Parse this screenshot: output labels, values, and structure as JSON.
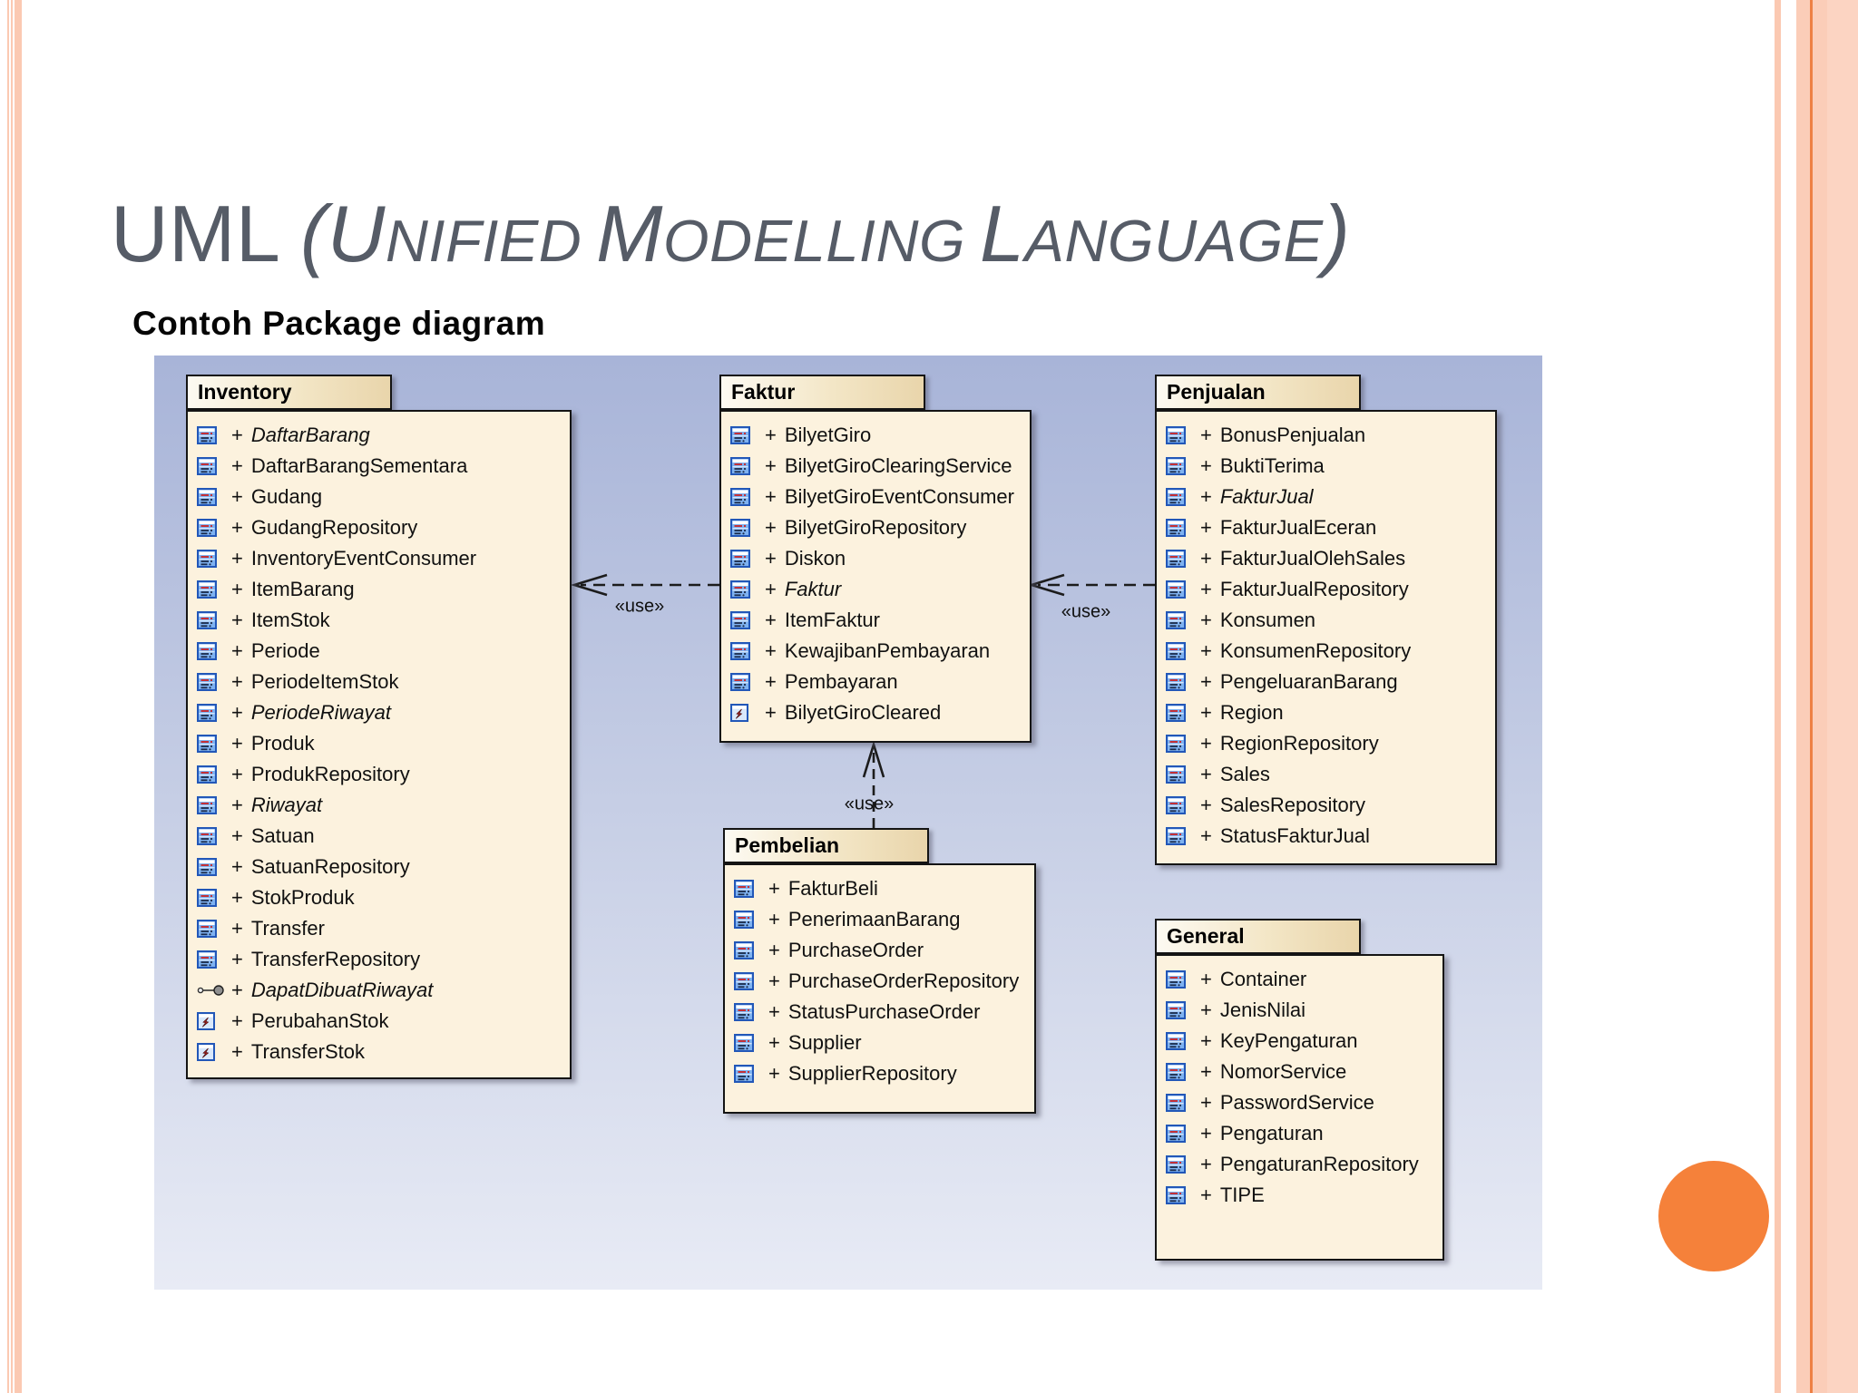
{
  "slide": {
    "title": {
      "lead": "UML ",
      "open": "(",
      "segments": [
        {
          "initial": "U",
          "rest": "NIFIED"
        },
        {
          "initial": "M",
          "rest": "ODELLING"
        },
        {
          "initial": "L",
          "rest": "ANGUAGE"
        }
      ],
      "close": ")"
    },
    "subtitle": "Contoh Package diagram"
  },
  "diagram": {
    "item_prefix": "+",
    "packages": [
      {
        "id": "inventory",
        "name": "Inventory",
        "items": [
          {
            "label": "DaftarBarang",
            "italic": true,
            "icon": "class"
          },
          {
            "label": "DaftarBarangSementara",
            "italic": false,
            "icon": "class"
          },
          {
            "label": "Gudang",
            "italic": false,
            "icon": "class"
          },
          {
            "label": "GudangRepository",
            "italic": false,
            "icon": "class"
          },
          {
            "label": "InventoryEventConsumer",
            "italic": false,
            "icon": "class"
          },
          {
            "label": "ItemBarang",
            "italic": false,
            "icon": "class"
          },
          {
            "label": "ItemStok",
            "italic": false,
            "icon": "class"
          },
          {
            "label": "Periode",
            "italic": false,
            "icon": "class"
          },
          {
            "label": "PeriodeItemStok",
            "italic": false,
            "icon": "class"
          },
          {
            "label": "PeriodeRiwayat",
            "italic": true,
            "icon": "class"
          },
          {
            "label": "Produk",
            "italic": false,
            "icon": "class"
          },
          {
            "label": "ProdukRepository",
            "italic": false,
            "icon": "class"
          },
          {
            "label": "Riwayat",
            "italic": true,
            "icon": "class"
          },
          {
            "label": "Satuan",
            "italic": false,
            "icon": "class"
          },
          {
            "label": "SatuanRepository",
            "italic": false,
            "icon": "class"
          },
          {
            "label": "StokProduk",
            "italic": false,
            "icon": "class"
          },
          {
            "label": "Transfer",
            "italic": false,
            "icon": "class"
          },
          {
            "label": "TransferRepository",
            "italic": false,
            "icon": "class"
          },
          {
            "label": "DapatDibuatRiwayat",
            "italic": true,
            "icon": "interface"
          },
          {
            "label": "PerubahanStok",
            "italic": false,
            "icon": "signal"
          },
          {
            "label": "TransferStok",
            "italic": false,
            "icon": "signal"
          }
        ]
      },
      {
        "id": "faktur",
        "name": "Faktur",
        "items": [
          {
            "label": "BilyetGiro",
            "italic": false,
            "icon": "class"
          },
          {
            "label": "BilyetGiroClearingService",
            "italic": false,
            "icon": "class"
          },
          {
            "label": "BilyetGiroEventConsumer",
            "italic": false,
            "icon": "class"
          },
          {
            "label": "BilyetGiroRepository",
            "italic": false,
            "icon": "class"
          },
          {
            "label": "Diskon",
            "italic": false,
            "icon": "class"
          },
          {
            "label": "Faktur",
            "italic": true,
            "icon": "class"
          },
          {
            "label": "ItemFaktur",
            "italic": false,
            "icon": "class"
          },
          {
            "label": "KewajibanPembayaran",
            "italic": false,
            "icon": "class"
          },
          {
            "label": "Pembayaran",
            "italic": false,
            "icon": "class"
          },
          {
            "label": "BilyetGiroCleared",
            "italic": false,
            "icon": "signal"
          }
        ]
      },
      {
        "id": "penjualan",
        "name": "Penjualan",
        "items": [
          {
            "label": "BonusPenjualan",
            "italic": false,
            "icon": "class"
          },
          {
            "label": "BuktiTerima",
            "italic": false,
            "icon": "class"
          },
          {
            "label": "FakturJual",
            "italic": true,
            "icon": "class"
          },
          {
            "label": "FakturJualEceran",
            "italic": false,
            "icon": "class"
          },
          {
            "label": "FakturJualOlehSales",
            "italic": false,
            "icon": "class"
          },
          {
            "label": "FakturJualRepository",
            "italic": false,
            "icon": "class"
          },
          {
            "label": "Konsumen",
            "italic": false,
            "icon": "class"
          },
          {
            "label": "KonsumenRepository",
            "italic": false,
            "icon": "class"
          },
          {
            "label": "PengeluaranBarang",
            "italic": false,
            "icon": "class"
          },
          {
            "label": "Region",
            "italic": false,
            "icon": "class"
          },
          {
            "label": "RegionRepository",
            "italic": false,
            "icon": "class"
          },
          {
            "label": "Sales",
            "italic": false,
            "icon": "class"
          },
          {
            "label": "SalesRepository",
            "italic": false,
            "icon": "class"
          },
          {
            "label": "StatusFakturJual",
            "italic": false,
            "icon": "class"
          }
        ]
      },
      {
        "id": "pembelian",
        "name": "Pembelian",
        "items": [
          {
            "label": "FakturBeli",
            "italic": false,
            "icon": "class"
          },
          {
            "label": "PenerimaanBarang",
            "italic": false,
            "icon": "class"
          },
          {
            "label": "PurchaseOrder",
            "italic": false,
            "icon": "class"
          },
          {
            "label": "PurchaseOrderRepository",
            "italic": false,
            "icon": "class"
          },
          {
            "label": "StatusPurchaseOrder",
            "italic": false,
            "icon": "class"
          },
          {
            "label": "Supplier",
            "italic": false,
            "icon": "class"
          },
          {
            "label": "SupplierRepository",
            "italic": false,
            "icon": "class"
          }
        ]
      },
      {
        "id": "general",
        "name": "General",
        "items": [
          {
            "label": "Container",
            "italic": false,
            "icon": "class"
          },
          {
            "label": "JenisNilai",
            "italic": false,
            "icon": "class"
          },
          {
            "label": "KeyPengaturan",
            "italic": false,
            "icon": "class"
          },
          {
            "label": "NomorService",
            "italic": false,
            "icon": "class"
          },
          {
            "label": "PasswordService",
            "italic": false,
            "icon": "class"
          },
          {
            "label": "Pengaturan",
            "italic": false,
            "icon": "class"
          },
          {
            "label": "PengaturanRepository",
            "italic": false,
            "icon": "class"
          },
          {
            "label": "TIPE",
            "italic": false,
            "icon": "class"
          }
        ]
      }
    ],
    "arrows": [
      {
        "label": "«use»",
        "from": "Faktur",
        "to": "Inventory"
      },
      {
        "label": "«use»",
        "from": "Penjualan",
        "to": "Faktur"
      },
      {
        "label": "«use»",
        "from": "Pembelian",
        "to": "Faktur"
      }
    ],
    "colors": {
      "panel_top": "#a8b4d8",
      "panel_bottom": "#e8ebf5",
      "package_fill": "#fcf2de",
      "package_tab": "#e9d5ab",
      "accent_circle": "#f5813a",
      "side_stripe": "#fbc9b2",
      "stripe_line": "#ee8044"
    }
  }
}
